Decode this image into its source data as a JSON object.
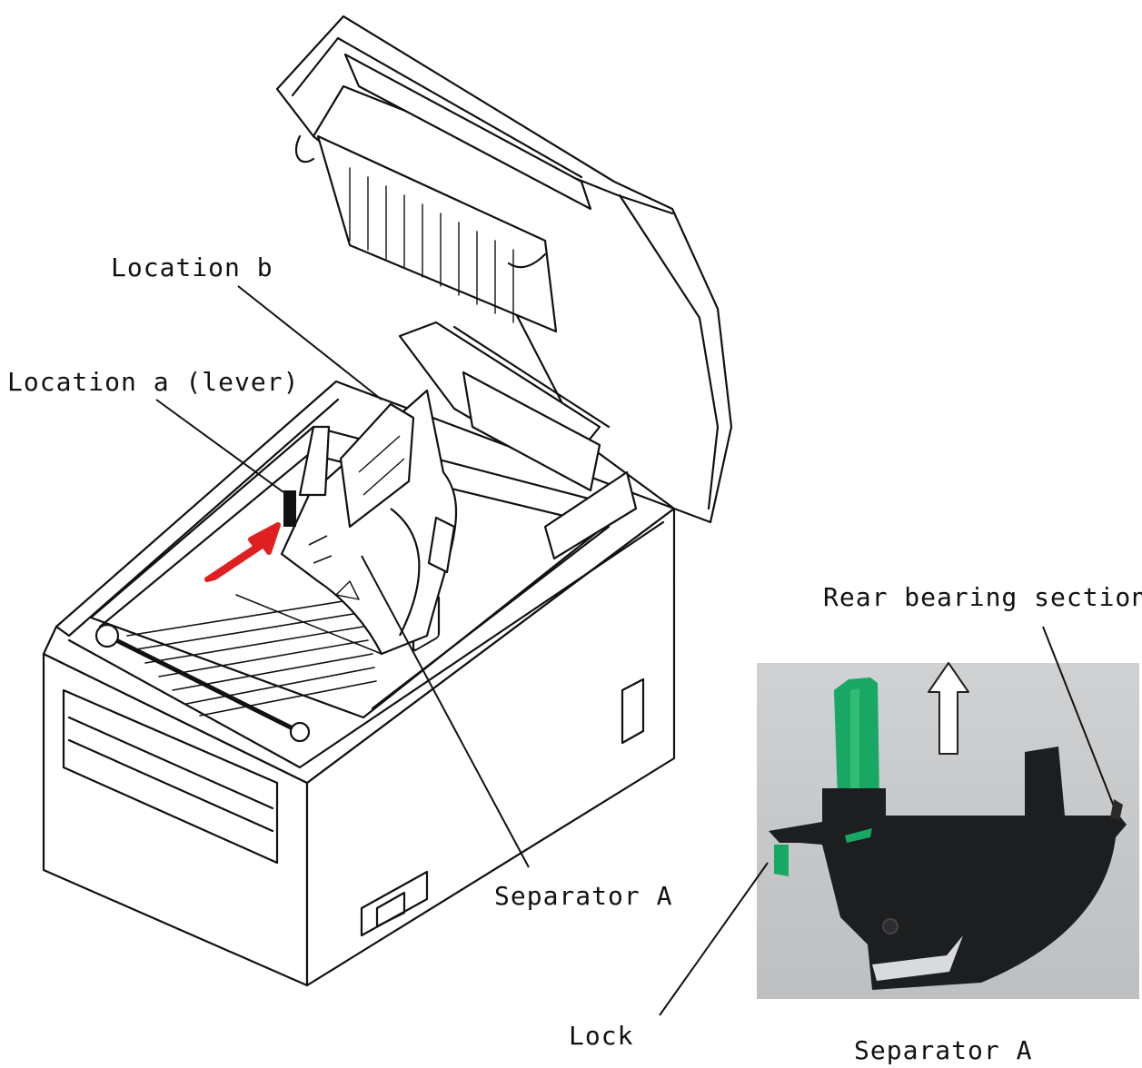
{
  "labels": {
    "location_b": "Location b",
    "location_a": "Location a (lever)",
    "rear_bearing": "Rear bearing section",
    "separator_a_diagram": "Separator A",
    "lock": "Lock",
    "separator_a_caption": "Separator A"
  },
  "colors": {
    "line": "#111111",
    "arrow_red": "#e02020",
    "lever_green": "#19a864",
    "separator_black": "#1c1e20",
    "photo_background": "#c6c8ca"
  },
  "icons": {
    "insert_direction": "red-arrow-icon",
    "lift_direction": "up-arrow-icon"
  }
}
